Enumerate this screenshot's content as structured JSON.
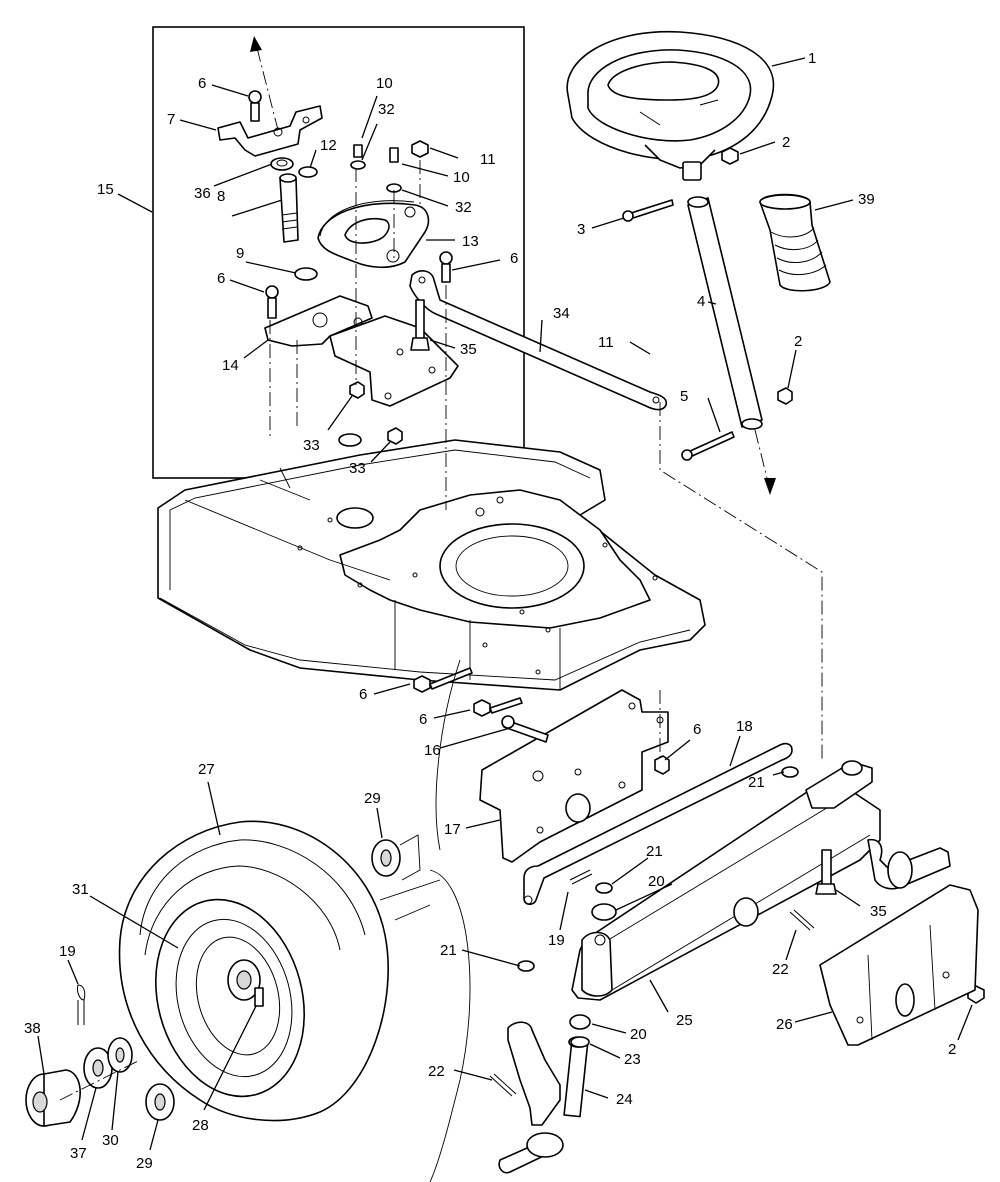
{
  "diagram": {
    "callouts": [
      {
        "id": "c1",
        "text": "1"
      },
      {
        "id": "c2a",
        "text": "2"
      },
      {
        "id": "c2b",
        "text": "2"
      },
      {
        "id": "c2c",
        "text": "2"
      },
      {
        "id": "c3",
        "text": "3"
      },
      {
        "id": "c4",
        "text": "4"
      },
      {
        "id": "c5",
        "text": "5"
      },
      {
        "id": "c6a",
        "text": "6"
      },
      {
        "id": "c6b",
        "text": "6"
      },
      {
        "id": "c6c",
        "text": "6"
      },
      {
        "id": "c6d",
        "text": "6"
      },
      {
        "id": "c6e",
        "text": "6"
      },
      {
        "id": "c6f",
        "text": "6"
      },
      {
        "id": "c7",
        "text": "7"
      },
      {
        "id": "c8",
        "text": "8"
      },
      {
        "id": "c9",
        "text": "9"
      },
      {
        "id": "c10a",
        "text": "10"
      },
      {
        "id": "c10b",
        "text": "10"
      },
      {
        "id": "c11a",
        "text": "11"
      },
      {
        "id": "c11b",
        "text": "11"
      },
      {
        "id": "c12",
        "text": "12"
      },
      {
        "id": "c13",
        "text": "13"
      },
      {
        "id": "c14",
        "text": "14"
      },
      {
        "id": "c15",
        "text": "15"
      },
      {
        "id": "c16",
        "text": "16"
      },
      {
        "id": "c17",
        "text": "17"
      },
      {
        "id": "c18",
        "text": "18"
      },
      {
        "id": "c19a",
        "text": "19"
      },
      {
        "id": "c19b",
        "text": "19"
      },
      {
        "id": "c20a",
        "text": "20"
      },
      {
        "id": "c20b",
        "text": "20"
      },
      {
        "id": "c21a",
        "text": "21"
      },
      {
        "id": "c21b",
        "text": "21"
      },
      {
        "id": "c21c",
        "text": "21"
      },
      {
        "id": "c22a",
        "text": "22"
      },
      {
        "id": "c22b",
        "text": "22"
      },
      {
        "id": "c23",
        "text": "23"
      },
      {
        "id": "c24",
        "text": "24"
      },
      {
        "id": "c25",
        "text": "25"
      },
      {
        "id": "c26",
        "text": "26"
      },
      {
        "id": "c27",
        "text": "27"
      },
      {
        "id": "c28",
        "text": "28"
      },
      {
        "id": "c29a",
        "text": "29"
      },
      {
        "id": "c29b",
        "text": "29"
      },
      {
        "id": "c30",
        "text": "30"
      },
      {
        "id": "c31",
        "text": "31"
      },
      {
        "id": "c32a",
        "text": "32"
      },
      {
        "id": "c32b",
        "text": "32"
      },
      {
        "id": "c33a",
        "text": "33"
      },
      {
        "id": "c33b",
        "text": "33"
      },
      {
        "id": "c34",
        "text": "34"
      },
      {
        "id": "c35a",
        "text": "35"
      },
      {
        "id": "c35b",
        "text": "35"
      },
      {
        "id": "c36",
        "text": "36"
      },
      {
        "id": "c37",
        "text": "37"
      },
      {
        "id": "c38",
        "text": "38"
      },
      {
        "id": "c39",
        "text": "39"
      }
    ]
  }
}
